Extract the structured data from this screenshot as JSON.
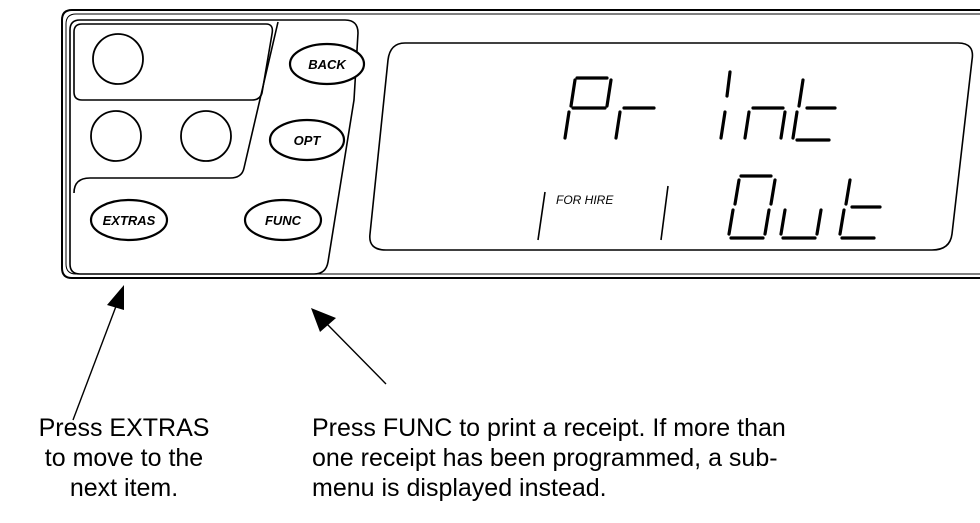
{
  "device": {
    "buttons": {
      "back": "BACK",
      "opt": "OPT",
      "extras": "EXTRAS",
      "func": "FUNC"
    },
    "display": {
      "top_text": "Print",
      "bottom_text": "Out",
      "for_hire_label": "FOR HIRE"
    }
  },
  "captions": {
    "extras": [
      "Press EXTRAS",
      "to move to the",
      "next item."
    ],
    "func": [
      "Press FUNC to print a receipt. If more than",
      "one receipt has been programmed, a sub-",
      "menu is displayed instead."
    ]
  }
}
